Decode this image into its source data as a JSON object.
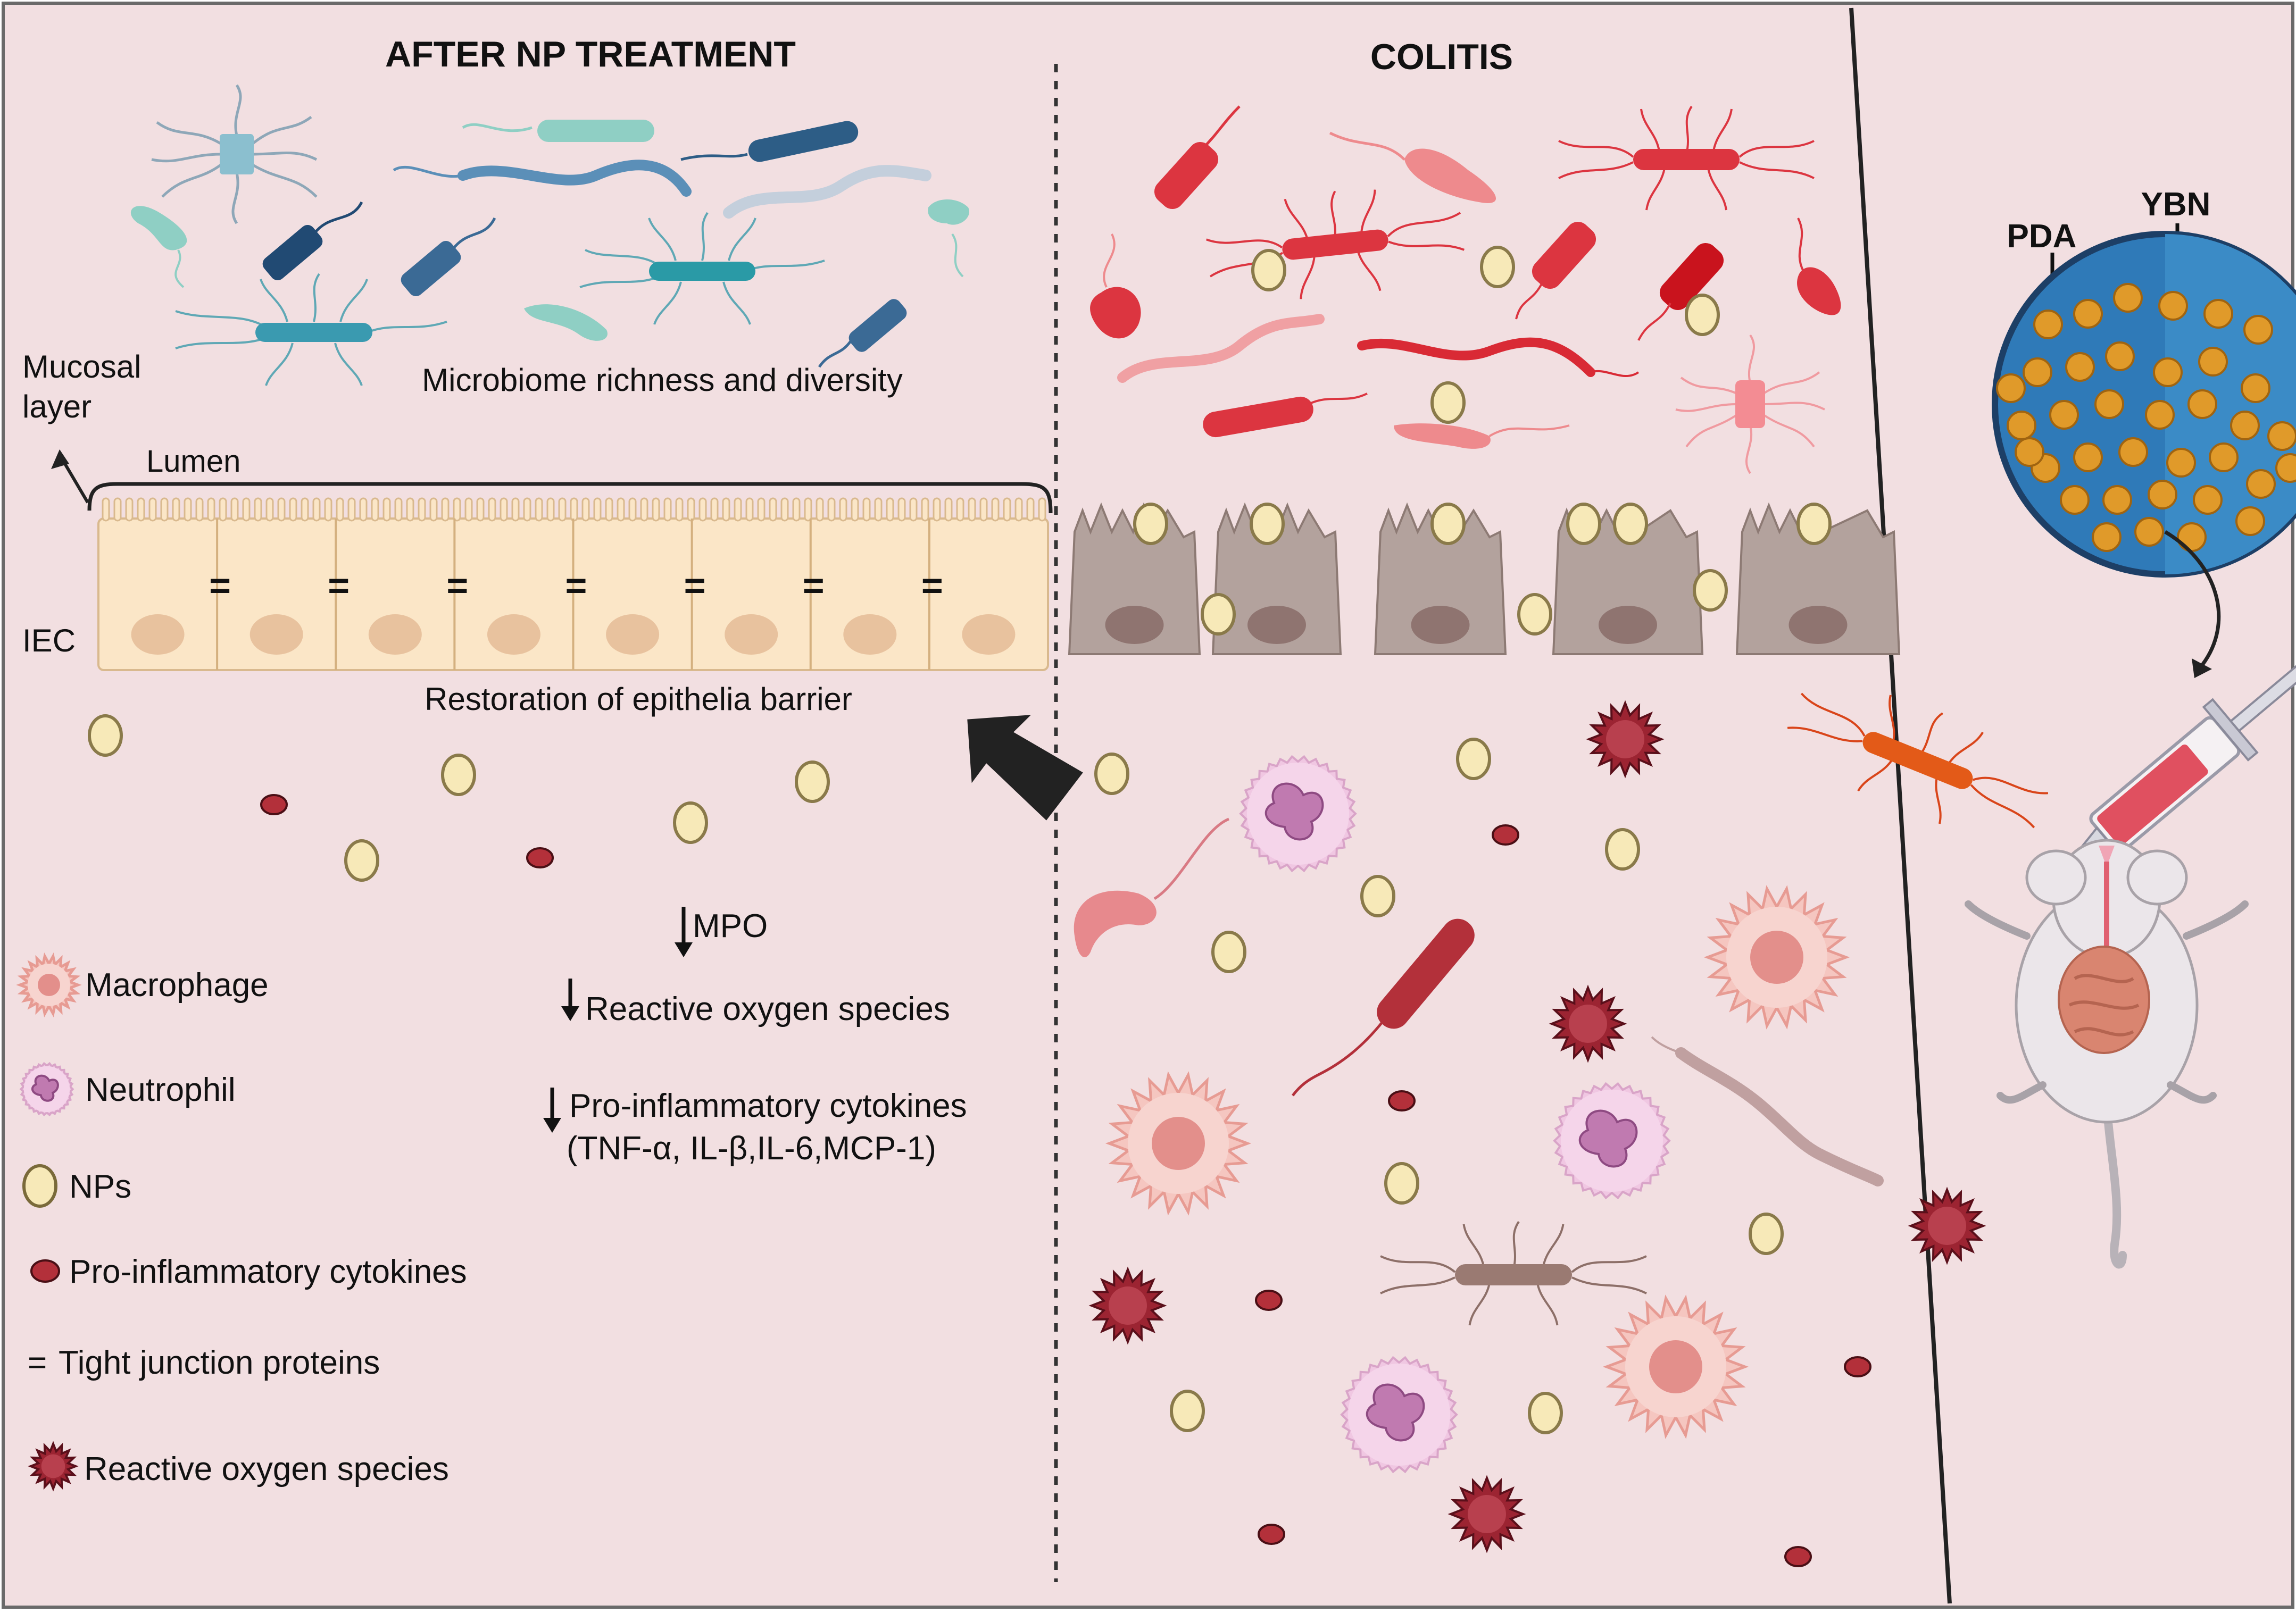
{
  "colors": {
    "background": "#f2dfe1",
    "border": "#4a4a4a",
    "good_bacteria": "#5fa8b5",
    "good_bacteria_dark": "#2d5d86",
    "bad_bacteria": "#dc3540",
    "bad_bacteria_light": "#ee8a8d",
    "epithelium": "#fbe6c7",
    "epithelium_nucleus": "#e8c29e",
    "damaged_cell": "#b3a29d",
    "damaged_nucleus": "#8f7470",
    "np_fill": "#f7e9b8",
    "np_stroke": "#8a7a4a",
    "cytokine": "#b3303a",
    "ros": "#9c2432",
    "macrophage": "#f2b6b0",
    "neutrophil": "#e8b0d3",
    "nanoparticle_core": "#2f7ab8",
    "pda_dots": "#e09a2a"
  },
  "panels": {
    "left_title": "AFTER NP TREATMENT",
    "middle_title": "COLITIS"
  },
  "labels": {
    "microbiome": "Microbiome richness and diversity",
    "mucosal_layer": "Mucosal\nlayer",
    "mucosal_line1": "Mucosal",
    "mucosal_line2": "layer",
    "lumen": "Lumen",
    "iec": "IEC",
    "restoration": "Restoration of epithelia barrier",
    "pda": "PDA",
    "ybn": "YBN",
    "tight_junction_symbol": "="
  },
  "effects": [
    {
      "text": "MPO"
    },
    {
      "text": "Reactive oxygen species"
    },
    {
      "text": "Pro-inflammatory cytokines",
      "sub": "(TNF-α, IL-β,IL-6,MCP-1)"
    }
  ],
  "legend": [
    {
      "icon": "macrophage-icon",
      "label": "Macrophage"
    },
    {
      "icon": "neutrophil-icon",
      "label": "Neutrophil"
    },
    {
      "icon": "nanoparticle-icon",
      "label": "NPs"
    },
    {
      "icon": "cytokine-icon",
      "label": "Pro-inflammatory cytokines"
    },
    {
      "icon": "tight-junction-icon",
      "label": "Tight junction proteins"
    },
    {
      "icon": "ros-icon",
      "label": "Reactive oxygen species"
    }
  ]
}
